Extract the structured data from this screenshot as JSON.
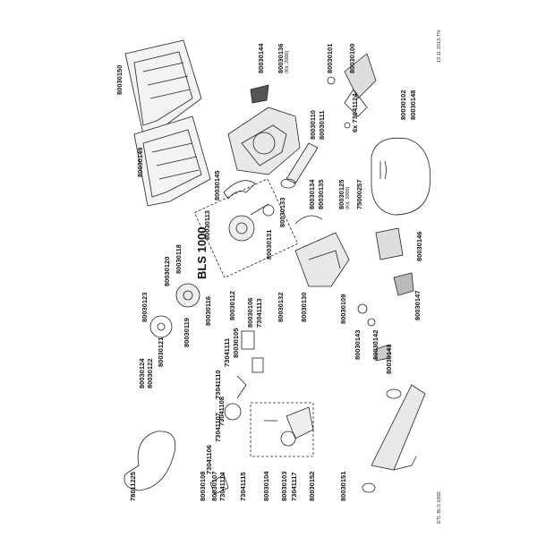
{
  "title": "BLS 1000",
  "date_stamp": "13.11.2013-TN",
  "footer_ref": "ETL BLS 1000",
  "parts": [
    {
      "id": "p1",
      "number": "80030150"
    },
    {
      "id": "p2",
      "number": "80030149"
    },
    {
      "id": "p3",
      "number": "80030144"
    },
    {
      "id": "p4",
      "number": "80030136"
    },
    {
      "id": "p5",
      "number": "(Kit, 2000)"
    },
    {
      "id": "p6",
      "number": "80030101"
    },
    {
      "id": "p7",
      "number": "80030100"
    },
    {
      "id": "p8",
      "number": "80030110"
    },
    {
      "id": "p9",
      "number": "80030111"
    },
    {
      "id": "p10",
      "number": "6x 73041124"
    },
    {
      "id": "p11",
      "number": "80030102"
    },
    {
      "id": "p12",
      "number": "80030148"
    },
    {
      "id": "p13",
      "number": "80030145"
    },
    {
      "id": "p14",
      "number": "80030113"
    },
    {
      "id": "p15",
      "number": "80030133"
    },
    {
      "id": "p16",
      "number": "80030134"
    },
    {
      "id": "p17",
      "number": "80030135"
    },
    {
      "id": "p18",
      "number": "80030125"
    },
    {
      "id": "p19",
      "number": "(Kit, 2000)"
    },
    {
      "id": "p20",
      "number": "75000257"
    },
    {
      "id": "p21",
      "number": "80030118"
    },
    {
      "id": "p22",
      "number": "80030120"
    },
    {
      "id": "p23",
      "number": "80030123"
    },
    {
      "id": "p24",
      "number": "80030131"
    },
    {
      "id": "p25",
      "number": "80030146"
    },
    {
      "id": "p26",
      "number": "80030112"
    },
    {
      "id": "p27",
      "number": "80030106"
    },
    {
      "id": "p28",
      "number": "73041113"
    },
    {
      "id": "p29",
      "number": "80030132"
    },
    {
      "id": "p30",
      "number": "80030130"
    },
    {
      "id": "p31",
      "number": "80030109"
    },
    {
      "id": "p32",
      "number": "80030147"
    },
    {
      "id": "p33",
      "number": "80030116"
    },
    {
      "id": "p34",
      "number": "80030119"
    },
    {
      "id": "p35",
      "number": "80030121"
    },
    {
      "id": "p36",
      "number": "80030122"
    },
    {
      "id": "p37",
      "number": "80030124"
    },
    {
      "id": "p38",
      "number": "80030105"
    },
    {
      "id": "p39",
      "number": "73041111"
    },
    {
      "id": "p40",
      "number": "73041110"
    },
    {
      "id": "p41",
      "number": "73041108"
    },
    {
      "id": "p42",
      "number": "73041107"
    },
    {
      "id": "p43",
      "number": "73041106"
    },
    {
      "id": "p44",
      "number": "80030143"
    },
    {
      "id": "p45",
      "number": "80030142"
    },
    {
      "id": "p46",
      "number": "80030141"
    },
    {
      "id": "p47",
      "number": "80030108"
    },
    {
      "id": "p48",
      "number": "80030107"
    },
    {
      "id": "p49",
      "number": "73041114"
    },
    {
      "id": "p50",
      "number": "73041115"
    },
    {
      "id": "p51",
      "number": "80030104"
    },
    {
      "id": "p52",
      "number": "80030103"
    },
    {
      "id": "p53",
      "number": "73041117"
    },
    {
      "id": "p54",
      "number": "80030152"
    },
    {
      "id": "p55",
      "number": "80030151"
    },
    {
      "id": "p56",
      "number": "78011225"
    }
  ]
}
